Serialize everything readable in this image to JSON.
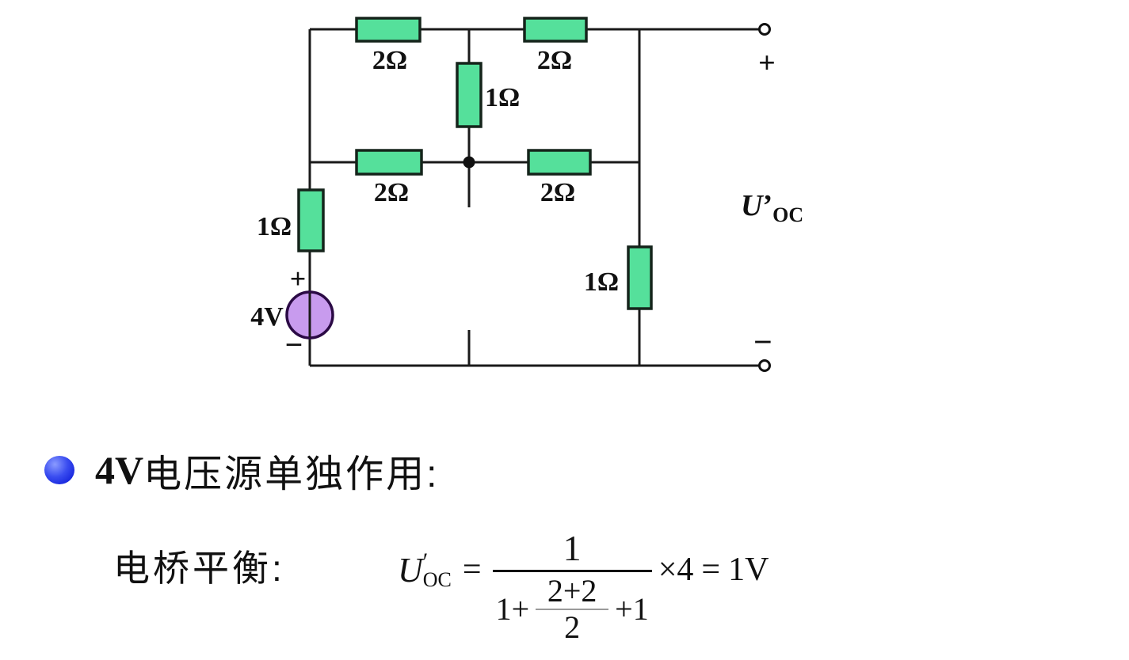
{
  "circuit": {
    "resistor_labels": [
      "2Ω",
      "2Ω",
      "1Ω",
      "2Ω",
      "2Ω",
      "1Ω",
      "1Ω"
    ],
    "source": {
      "value": "4V",
      "plus": "+",
      "minus": "−"
    },
    "terminals": {
      "plus": "+",
      "minus": "−"
    },
    "open_voltage": {
      "var": "U",
      "prime": "’",
      "sub": "OC"
    },
    "colors": {
      "resistor_fill": "#55e09b",
      "source_fill": "#c89bee",
      "wire": "#1a1a1a"
    }
  },
  "bullet_line": {
    "prefix": "4V",
    "text": "电压源单独作用:"
  },
  "solution_line": {
    "lead": "电桥平衡:",
    "formula": {
      "var": "U",
      "prime": "′",
      "sub": "OC",
      "eq": "=",
      "numerator": "1",
      "den_left": "1+",
      "inner_num": "2+2",
      "inner_den": "2",
      "den_right": "+1",
      "times": "×4",
      "eq2": "=",
      "result": "1V"
    }
  }
}
